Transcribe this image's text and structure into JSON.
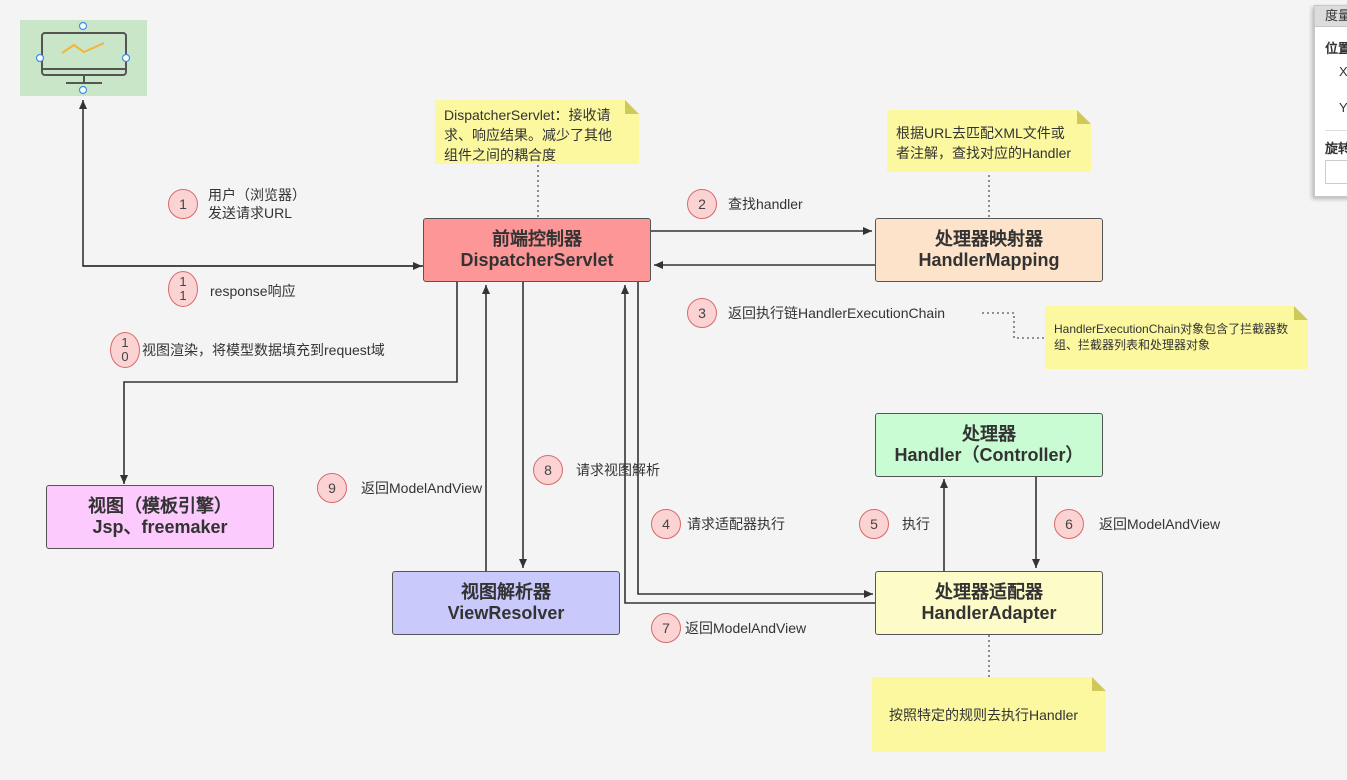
{
  "nodes": {
    "dispatcher": {
      "line1": "前端控制器",
      "line2": "DispatcherServlet",
      "color": "#fd9797"
    },
    "mapping": {
      "line1": "处理器映射器",
      "line2": "HandlerMapping",
      "color": "#fde3c9"
    },
    "handler": {
      "line1": "处理器",
      "line2": "Handler（Controller）",
      "color": "#c9fcd2"
    },
    "adapter": {
      "line1": "处理器适配器",
      "line2": "HandlerAdapter",
      "color": "#fdfcc9"
    },
    "resolver": {
      "line1": "视图解析器",
      "line2": "ViewResolver",
      "color": "#c9c9fc"
    },
    "view": {
      "line1": "视图（模板引擎）",
      "line2": "Jsp、freemaker",
      "color": "#fccafc"
    }
  },
  "steps": [
    {
      "n": "1",
      "text1": "用户（浏览器）",
      "text2": "发送请求URL"
    },
    {
      "n": "2",
      "text": "查找handler"
    },
    {
      "n": "3",
      "text": "返回执行链HandlerExecutionChain"
    },
    {
      "n": "4",
      "text": "请求适配器执行"
    },
    {
      "n": "5",
      "text": "执行"
    },
    {
      "n": "6",
      "text": "返回ModelAndView"
    },
    {
      "n": "7",
      "text": "返回ModelAndView"
    },
    {
      "n": "8",
      "text": "请求视图解析"
    },
    {
      "n": "9",
      "text": "返回ModelAndView"
    },
    {
      "n": "10",
      "d1": "1",
      "d2": "0",
      "text": "视图渲染，将模型数据填充到request域"
    },
    {
      "n": "11",
      "d1": "1",
      "d2": "1",
      "text": "response响应"
    }
  ],
  "notes": {
    "dispatcher": {
      "l1": "DispatcherServlet：接收请",
      "l2": "求、响应结果。减少了其他",
      "l3": "组件之间的耦合度"
    },
    "mapping": {
      "l1": "根据URL去匹配XML文件或",
      "l2": "者注解，查找对应的Handler"
    },
    "chain": {
      "l1": "HandlerExecutionChain对象包含了拦截器数",
      "l2": "组、拦截器列表和处理器对象"
    },
    "adapter": {
      "l1": "按照特定的规则去执行Handler"
    }
  },
  "panel": {
    "title": "度量",
    "position_label": "位置",
    "x_label": "X",
    "y_label": "Y",
    "rotate_label": "旋转"
  },
  "colors": {
    "note": "#fbf8a0",
    "badge": "#fbd3d3",
    "monitor_bg": "#c9e6c9",
    "monitor_line": "#f2b53a",
    "handle": "#3a8ee6"
  },
  "icons": {
    "monitor": "monitor-icon"
  }
}
